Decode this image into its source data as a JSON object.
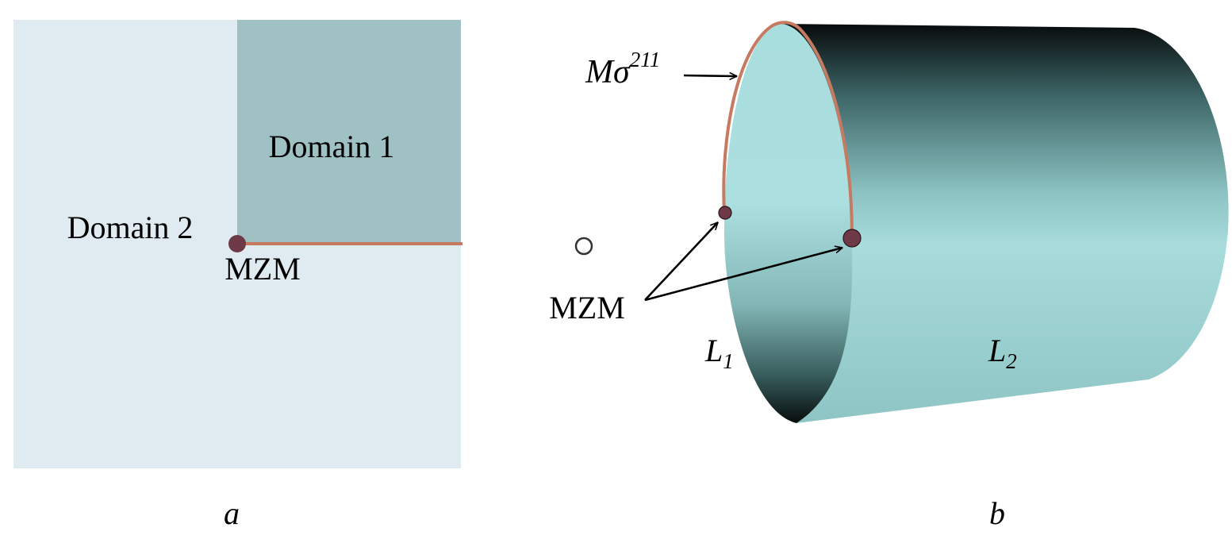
{
  "panel_a": {
    "domain1_label": "Domain 1",
    "domain2_label": "Domain 2",
    "mzm_label": "MZM",
    "caption": "a",
    "colors": {
      "domain1": "#9fc1c4",
      "domain2": "#e0ebf1",
      "wall_line": "#c77a62",
      "mzm_dot": "#6e3a48"
    }
  },
  "panel_b": {
    "m_label": "M",
    "sigma_label": "σ",
    "superscript": "211",
    "mzm_label": "MZM",
    "l1_label": "L",
    "l1_sub": "1",
    "l2_label": "L",
    "l2_sub": "2",
    "caption": "b",
    "colors": {
      "surface_light": "#a8dcdc",
      "surface_dark": "#0d1414",
      "edge_line": "#c77a62",
      "mzm_dot": "#6e3a48"
    }
  }
}
